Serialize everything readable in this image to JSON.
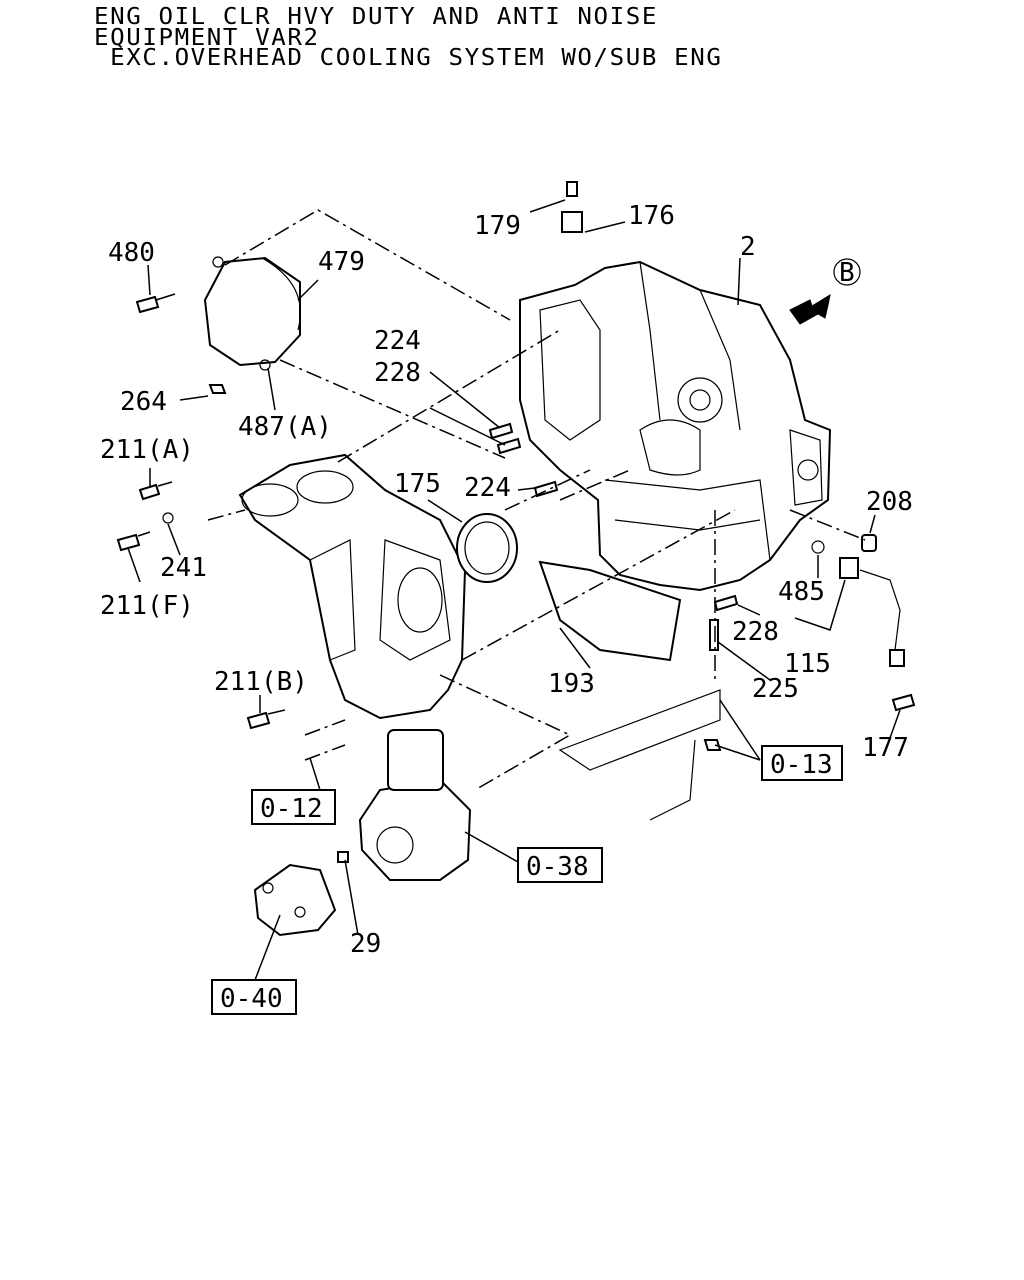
{
  "header": {
    "line1": "ENG OIL CLR HVY DUTY AND ANTI NOISE",
    "line2": "EQUIPMENT VAR2",
    "line3": " EXC.OVERHEAD COOLING SYSTEM WO/SUB ENG"
  },
  "callouts": {
    "p179": "179",
    "p176": "176",
    "p2": "2",
    "pB": "B",
    "p480": "480",
    "p479": "479",
    "p224a": "224",
    "p228a": "228",
    "p264": "264",
    "p487a": "487(A)",
    "p211a": "211(A)",
    "p175": "175",
    "p224b": "224",
    "p208": "208",
    "p241": "241",
    "p211f": "211(F)",
    "p485": "485",
    "p228b": "228",
    "p193": "193",
    "p115": "115",
    "p211b": "211(B)",
    "p225": "225",
    "p177": "177",
    "p29": "29"
  },
  "refs": {
    "r013": "0-13",
    "r012": "0-12",
    "r038": "0-38",
    "r040": "0-40"
  }
}
